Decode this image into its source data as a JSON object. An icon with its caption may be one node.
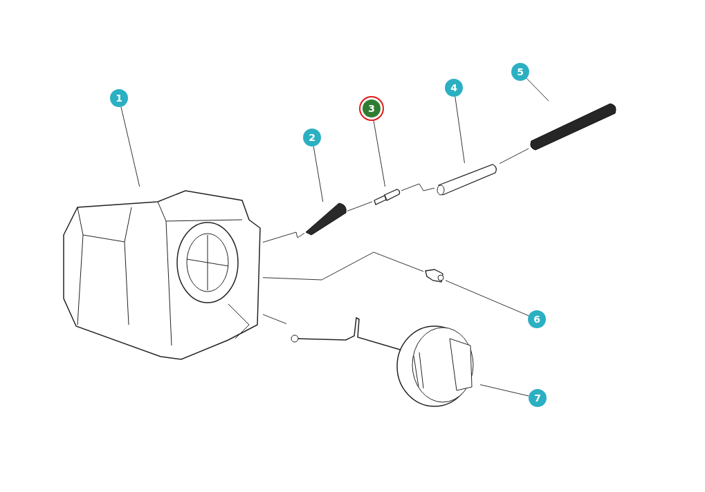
{
  "diagram": {
    "nodes": [
      {
        "text": [
          "1"
        ]
      },
      {
        "text": [
          "2"
        ]
      },
      {
        "text": [
          "3"
        ]
      },
      {
        "text": [
          "4"
        ]
      },
      {
        "text": [
          "5"
        ]
      },
      {
        "text": [
          "6"
        ]
      },
      {
        "text": [
          "7"
        ]
      },
      {
        "text": [],
        "shape": "picture"
      },
      {
        "text": [],
        "shape": "picture"
      },
      {
        "text": [],
        "shape": "picture"
      },
      {
        "text": [],
        "shape": "picture"
      },
      {
        "text": [],
        "shape": "picture"
      },
      {
        "text": [],
        "shape": "picture"
      },
      {
        "text": [],
        "shape": "picture"
      }
    ],
    "edges": [
      {
        "from": 0,
        "to": 7,
        "arrow": "none"
      },
      {
        "from": 1,
        "to": 8,
        "arrow": "none"
      },
      {
        "from": 2,
        "to": 9,
        "arrow": "none"
      },
      {
        "from": 3,
        "to": 10,
        "arrow": "none"
      },
      {
        "from": 4,
        "to": 11,
        "arrow": "none"
      },
      {
        "from": 5,
        "to": 12,
        "arrow": "none"
      },
      {
        "from": 6,
        "to": 13,
        "arrow": "none"
      },
      {
        "from": 7,
        "to": 8,
        "arrow": "none"
      },
      {
        "from": 8,
        "to": 9,
        "arrow": "none"
      },
      {
        "from": 9,
        "to": 10,
        "arrow": "none"
      },
      {
        "from": 10,
        "to": 11,
        "arrow": "none"
      },
      {
        "from": 7,
        "to": 12,
        "arrow": "none"
      },
      {
        "from": 7,
        "to": 13,
        "arrow": "none"
      }
    ]
  }
}
